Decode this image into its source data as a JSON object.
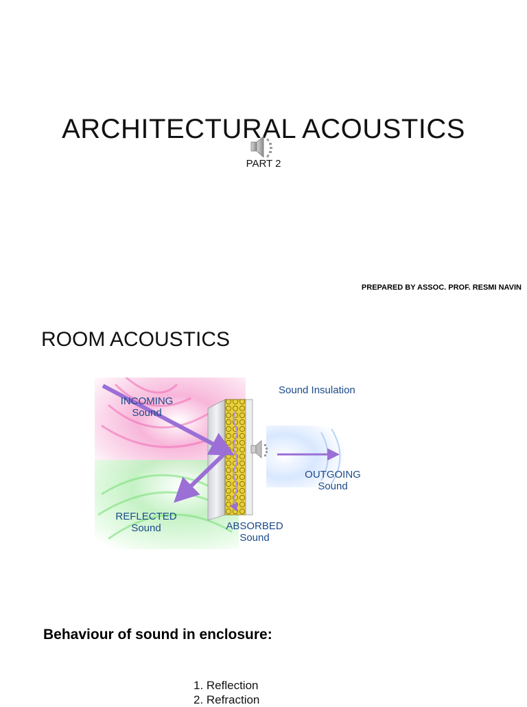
{
  "slide1": {
    "title": "ARCHITECTURAL ACOUSTICS",
    "subtitle": "PART 2",
    "prepared_by": "PREPARED BY ASSOC. PROF. RESMI NAVIN",
    "audio_icon": "speaker-icon"
  },
  "slide2": {
    "title": "ROOM ACOUSTICS",
    "figure": {
      "label_insulation": "Sound Insulation",
      "label_incoming_1": "INCOMING",
      "label_incoming_2": "Sound",
      "label_outgoing_1": "OUTGOING",
      "label_outgoing_2": "Sound",
      "label_reflected_1": "REFLECTED",
      "label_reflected_2": "Sound",
      "label_absorbed_1": "ABSORBED",
      "label_absorbed_2": "Sound"
    },
    "heading": "Behaviour of sound in enclosure:",
    "items": [
      "1. Reflection",
      "2. Refraction"
    ]
  },
  "colors": {
    "label_blue": "#1a4a8a",
    "arrow_purple": "#9b6fd6",
    "wave_pink": "#f06bb6",
    "wave_green": "#7fe07f",
    "insulation_yellow": "#e8d23a"
  }
}
